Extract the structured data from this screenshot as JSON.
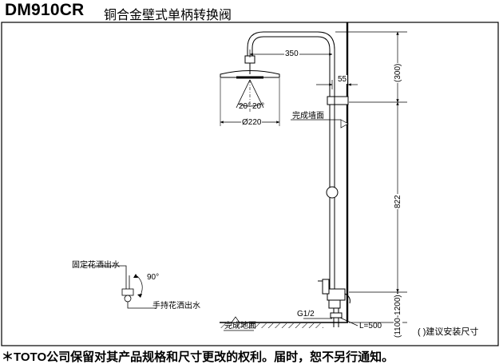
{
  "header": {
    "model": "DM910CR",
    "title": "铜合金壁式单柄转换阀"
  },
  "footer": {
    "notice": "＊TOTO公司保留对其产品规格和尺寸更改的权利。届时，恕不另行通知。"
  },
  "labels": {
    "finished_wall": "完成墙面",
    "finished_floor": "完成地面",
    "fixed_shower_outlet": "固定花洒出水",
    "handheld_shower_outlet": "手持花洒出水",
    "install_note": "(   )建议安装尺寸",
    "thread": "G1/2",
    "length": "L=500"
  },
  "dimensions": {
    "arm_length": "350",
    "head_diameter": "Ø220",
    "wall_offset": "55",
    "top_height": "(300)",
    "bar_height": "822",
    "mount_height": "(1100-1200)",
    "spray_angle_left": "20°",
    "spray_angle_right": "20°",
    "handle_angle": "90°"
  }
}
